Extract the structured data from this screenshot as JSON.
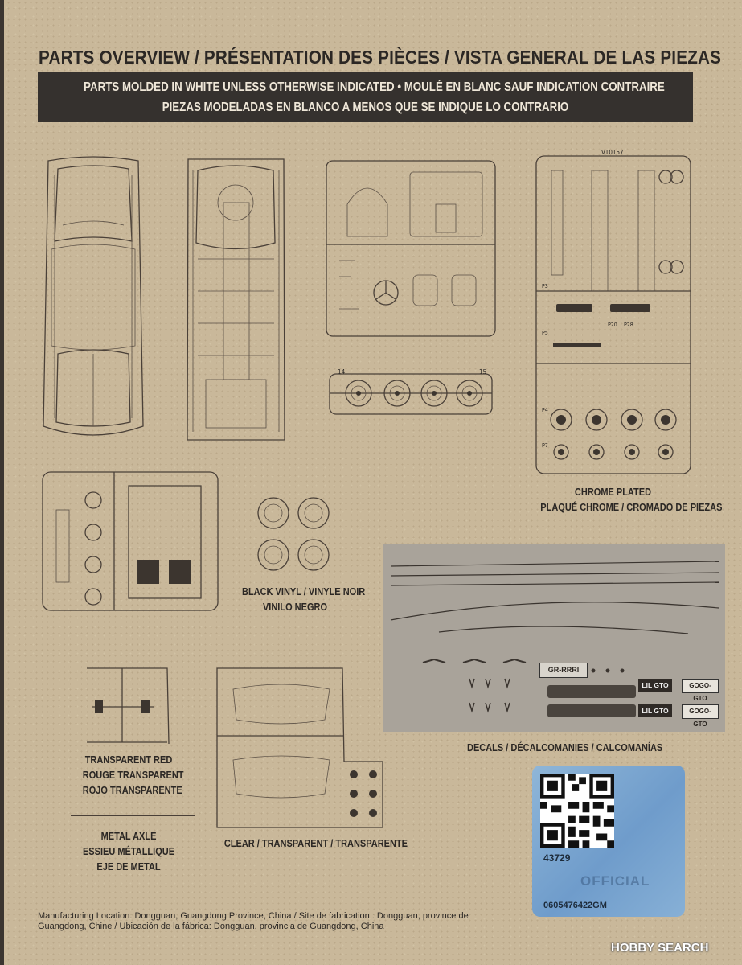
{
  "header": {
    "title": "PARTS OVERVIEW / PRÉSENTATION DES PIÈCES / VISTA GENERAL DE LAS PIEZAS",
    "banner_line1": "PARTS MOLDED IN WHITE UNLESS OTHERWISE INDICATED • MOULÉ EN BLANC SAUF INDICATION CONTRAIRE",
    "banner_line2": "PIEZAS MODELADAS EN BLANCO A MENOS QUE SE INDIQUE LO CONTRARIO"
  },
  "sprues": {
    "chrome_id": "VT0157",
    "wheel_tree_num_left": "14",
    "wheel_tree_num_right": "15",
    "chrome_labels": [
      "P3",
      "P20",
      "P28",
      "P5",
      "P4",
      "P7"
    ]
  },
  "captions": {
    "chrome_1": "CHROME PLATED",
    "chrome_2": "PLAQUÉ CHROME / CROMADO DE PIEZAS",
    "vinyl_1": "BLACK VINYL / VINYLE NOIR",
    "vinyl_2": "VINILO NEGRO",
    "red_1": "TRANSPARENT RED",
    "red_2": "ROUGE TRANSPARENT",
    "red_3": "ROJO TRANSPARENTE",
    "axle_1": "METAL AXLE",
    "axle_2": "ESSIEU MÉTALLIQUE",
    "axle_3": "EJE DE METAL",
    "clear": "CLEAR / TRANSPARENT / TRANSPARENTE",
    "decals": "DECALS / DÉCALCOMANIES / CALCOMANÍAS"
  },
  "decals": {
    "plate_1": "GR-RRRl",
    "plate_2": "LIL GTO",
    "plate_3": "GOGO-GTO",
    "plate_4": "LIL GTO",
    "plate_5": "GOGO-GTO"
  },
  "qr_card": {
    "number": "43729",
    "watermark_text": "OFFICIAL",
    "code": "0605476422GM"
  },
  "footer": {
    "manufacturing": "Manufacturing Location:  Dongguan, Guangdong Province, China / Site de fabrication :  Dongguan, province de Guangdong, Chine / Ubicación de la fábrica: Dongguan, provincia de Guangdong, China",
    "watermark": "HOBBY SEARCH"
  }
}
